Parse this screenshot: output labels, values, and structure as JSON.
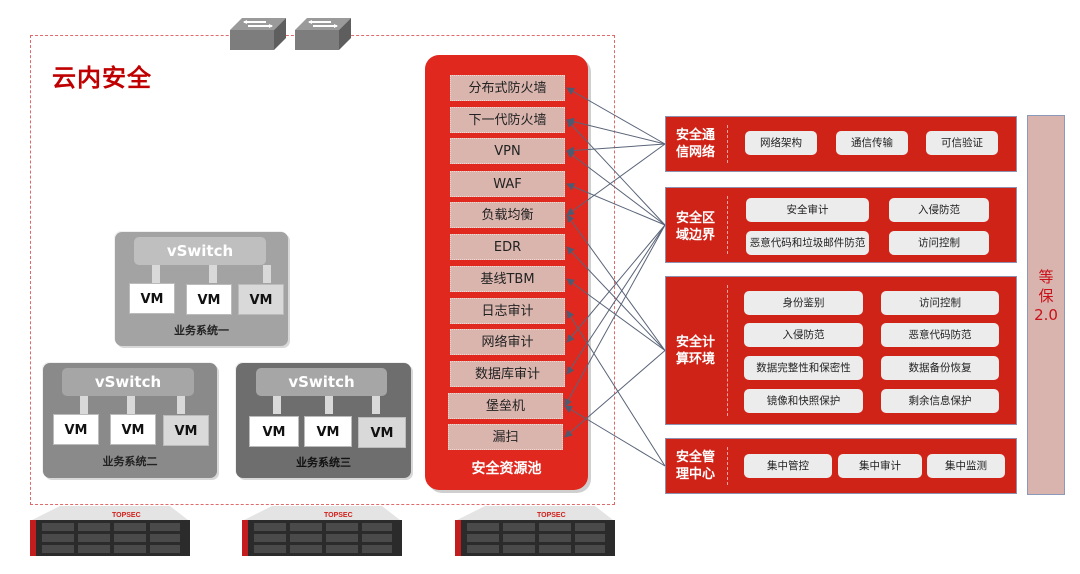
{
  "cloud": {
    "title": "云内安全",
    "switches": [
      "network-switch-icon",
      "network-switch-icon"
    ]
  },
  "vm_groups": [
    {
      "name": "业务系统一",
      "vswitch": "vSwitch",
      "vms": [
        "VM",
        "VM",
        "VM"
      ]
    },
    {
      "name": "业务系统二",
      "vswitch": "vSwitch",
      "vms": [
        "VM",
        "VM",
        "VM"
      ]
    },
    {
      "name": "业务系统三",
      "vswitch": "vSwitch",
      "vms": [
        "VM",
        "VM",
        "VM"
      ]
    }
  ],
  "pool": {
    "title": "安全资源池",
    "items": [
      "分布式防火墙",
      "下一代防火墙",
      "VPN",
      "WAF",
      "负载均衡",
      "EDR",
      "基线TBM",
      "日志审计",
      "网络审计",
      "数据库审计",
      "堡垒机",
      "漏扫"
    ]
  },
  "categories": [
    {
      "label_1": "安全通",
      "label_2": "信网络",
      "items": [
        "网络架构",
        "通信传输",
        "可信验证"
      ]
    },
    {
      "label_1": "安全区",
      "label_2": "域边界",
      "items": [
        "安全审计",
        "入侵防范",
        "恶意代码和垃圾邮件防范",
        "访问控制"
      ]
    },
    {
      "label_1": "安全计",
      "label_2": "算环境",
      "items": [
        "身份鉴别",
        "访问控制",
        "入侵防范",
        "恶意代码防范",
        "数据完整性和保密性",
        "数据备份恢复",
        "镜像和快照保护",
        "剩余信息保护"
      ]
    },
    {
      "label_1": "安全管",
      "label_2": "理中心",
      "items": [
        "集中管控",
        "集中审计",
        "集中监测"
      ]
    }
  ],
  "side": {
    "line_1": "等",
    "line_2": "保",
    "line_3": "2.0"
  },
  "connections": [
    {
      "category": 0,
      "pool_items": [
        0,
        1,
        2,
        4
      ]
    },
    {
      "category": 1,
      "pool_items": [
        1,
        2,
        3,
        8,
        9,
        10
      ]
    },
    {
      "category": 2,
      "pool_items": [
        4,
        5,
        6,
        11
      ]
    },
    {
      "category": 3,
      "pool_items": [
        7,
        10
      ]
    }
  ],
  "servers": [
    {
      "brand": "TOPSEC"
    },
    {
      "brand": "TOPSEC"
    },
    {
      "brand": "TOPSEC"
    }
  ],
  "colors": {
    "accent_red": "#e0281f",
    "category_red": "#d02318",
    "title_red": "#c00000",
    "link_line": "#5a6478"
  }
}
